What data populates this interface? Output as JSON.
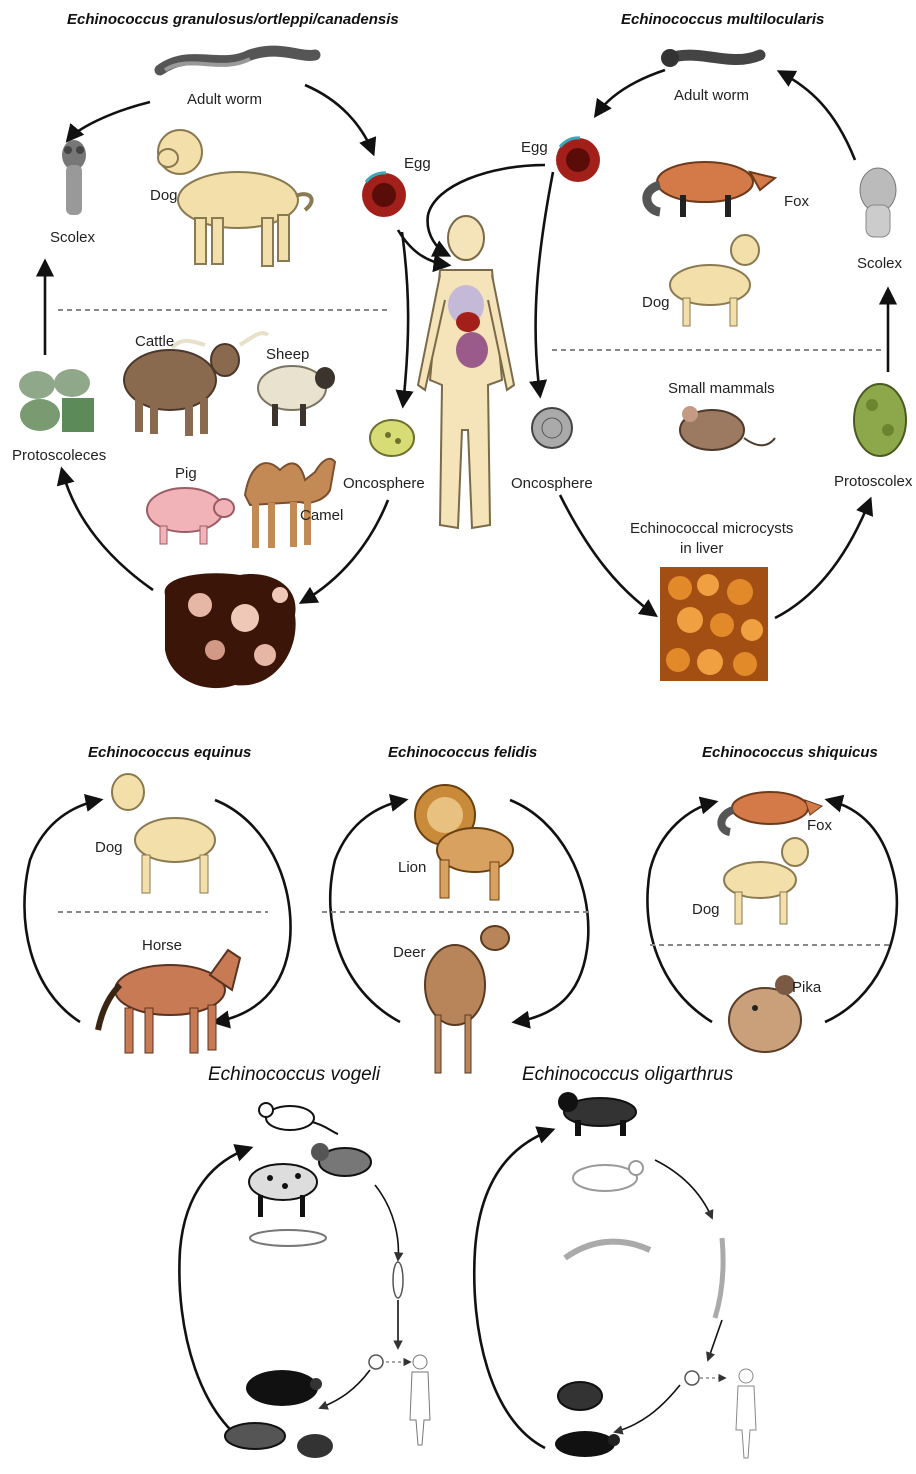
{
  "panels": {
    "granulosus": {
      "title": "Echinococcus granulosus/ortleppi/canadensis",
      "adult_worm": "Adult worm",
      "dog": "Dog",
      "scolex": "Scolex",
      "egg": "Egg",
      "cattle": "Cattle",
      "sheep": "Sheep",
      "pig": "Pig",
      "camel": "Camel",
      "protoscoleces": "Protoscoleces",
      "oncosphere": "Oncosphere"
    },
    "multilocularis": {
      "title": "Echinococcus multilocularis",
      "adult_worm": "Adult worm",
      "egg": "Egg",
      "fox": "Fox",
      "dog": "Dog",
      "scolex": "Scolex",
      "small_mammals": "Small mammals",
      "protoscolex": "Protoscolex",
      "oncosphere": "Oncosphere",
      "microcysts_line1": "Echinococcal microcysts",
      "microcysts_line2": "in liver"
    },
    "equinus": {
      "title": "Echinococcus equinus",
      "dog": "Dog",
      "horse": "Horse"
    },
    "felidis": {
      "title": "Echinococcus felidis",
      "lion": "Lion",
      "deer": "Deer"
    },
    "shiquicus": {
      "title": "Echinococcus shiquicus",
      "fox": "Fox",
      "dog": "Dog",
      "pika": "Pika"
    },
    "vogeli": {
      "title": "Echinococcus vogeli"
    },
    "oligarthrus": {
      "title": "Echinococcus oligarthrus"
    }
  },
  "colors": {
    "dog": "#f3dfa9",
    "egg": "#a3201a",
    "cattle": "#8a6a4f",
    "sheep": "#e8e2cf",
    "pig": "#f1b3b8",
    "camel": "#c48a55",
    "fox": "#d47a48",
    "liver_cyst": "#e28a2a",
    "human": "#f5e4b9",
    "silhouette": "#111111"
  }
}
